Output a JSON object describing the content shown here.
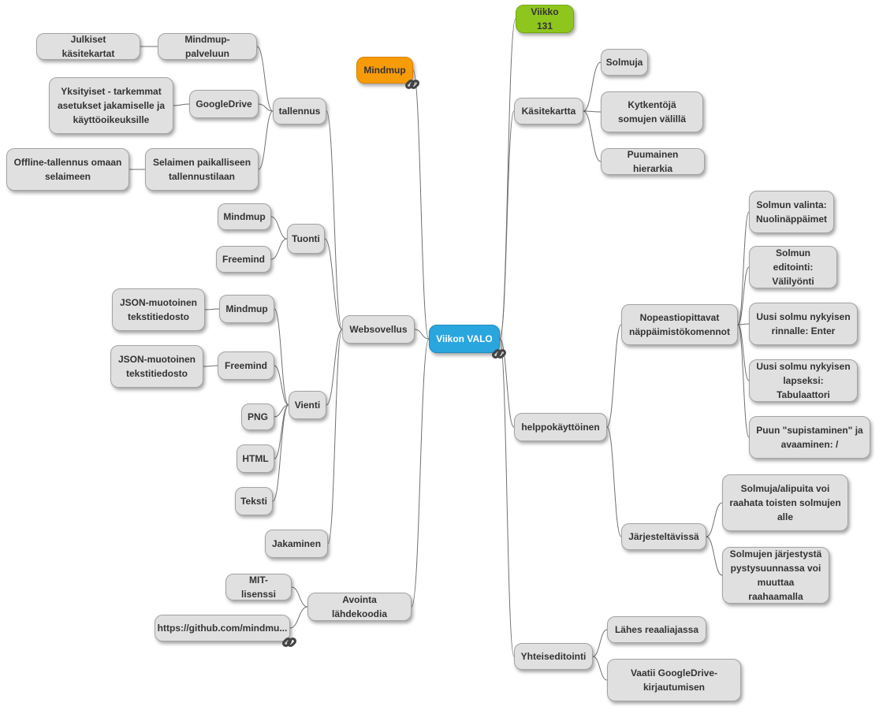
{
  "icon": "chain-link-icon",
  "colors": {
    "root": "#2aa6df",
    "orange": "#f79b07",
    "green": "#8fc61e",
    "node": "#e0e0e0",
    "edge": "#707070"
  },
  "nodes": {
    "root": "Viikon VALO",
    "viikko131": "Viikko 131",
    "mindmupTop": "Mindmup",
    "kasitekartta": "Käsitekartta",
    "solmuja": "Solmuja",
    "kytkentoja": "Kytkentöjä somujen välillä",
    "puumainen": "Puumainen hierarkia",
    "helppo": "helppokäyttöinen",
    "nopeasti": "Nopeastiopittavat näppäimistökomennot",
    "valinta": "Solmun valinta: Nuolinäppäimet",
    "editointi": "Solmun editointi: Välilyönti",
    "rinnalle": "Uusi solmu nykyisen rinnalle: Enter",
    "lapseksi": "Uusi solmu nykyisen lapseksi: Tabulaattori",
    "supistaminen": "Puun \"supistaminen\" ja avaaminen: /",
    "jarjestelt": "Järjesteltävissä",
    "raahata": "Solmuja/alipuita voi raahata toisten solmujen alle",
    "pystysuunnassa": "Solmujen järjestystä pystysuunnassa voi muuttaa raahaamalla",
    "yhteis": "Yhteiseditointi",
    "lahes": "Lähes reaaliajassa",
    "vaatii": "Vaatii GoogleDrive-kirjautumisen",
    "websovellus": "Websovellus",
    "tallennus": "tallennus",
    "mmPalvelu": "Mindmup-palveluun",
    "julkiset": "Julkiset käsitekartat",
    "gdrive": "GoogleDrive",
    "yksityiset": "Yksityiset - tarkemmat asetukset jakamiselle ja käyttöoikeuksille",
    "selaimen": "Selaimen paikalliseen tallennustilaan",
    "offline": "Offline-tallennus omaan selaimeen",
    "tuonti": "Tuonti",
    "tMindmup": "Mindmup",
    "tFreemind": "Freemind",
    "vienti": "Vienti",
    "vMindmup": "Mindmup",
    "json1": "JSON-muotoinen tekstitiedosto",
    "vFreemind": "Freemind",
    "json2": "JSON-muotoinen tekstitiedosto",
    "png": "PNG",
    "html": "HTML",
    "teksti": "Teksti",
    "jakaminen": "Jakaminen",
    "avoin": "Avointa lähdekoodia",
    "mit": "MIT-lisenssi",
    "github": "https://github.com/mindmu..."
  }
}
